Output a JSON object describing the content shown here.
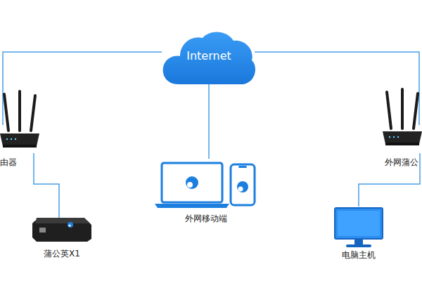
{
  "diagram": {
    "nodes": [
      {
        "text": [
          "Internet"
        ]
      },
      {
        "text": [
          "由器"
        ]
      },
      {
        "text": [
          "外网移动端"
        ]
      },
      {
        "text": [
          "外网蒲公"
        ]
      },
      {
        "text": [
          "蒲公英X1"
        ]
      },
      {
        "text": [
          "电脑主机"
        ]
      }
    ],
    "edges": [
      {
        "from": 0,
        "to": 1,
        "arrow": "none"
      },
      {
        "from": 0,
        "to": 2,
        "arrow": "none"
      },
      {
        "from": 0,
        "to": 3,
        "arrow": "none"
      },
      {
        "from": 1,
        "to": 4,
        "arrow": "none"
      },
      {
        "from": 3,
        "to": 5,
        "arrow": "none"
      }
    ]
  }
}
